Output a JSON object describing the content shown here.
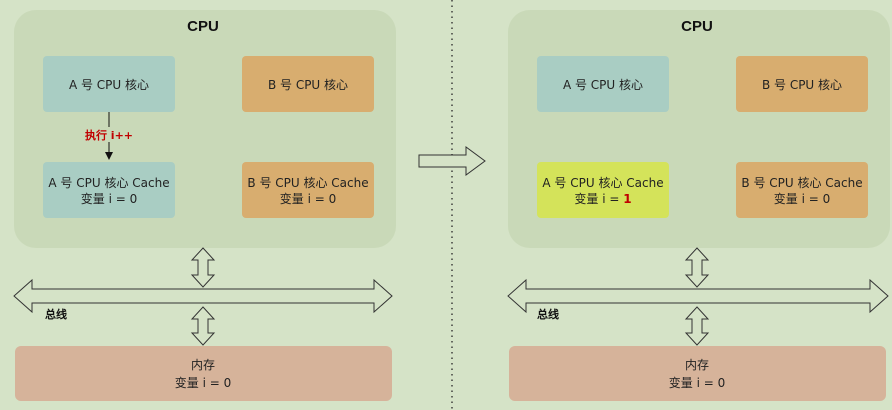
{
  "left": {
    "cpu_title": "CPU",
    "core_a": "A 号 CPU 核心",
    "core_b": "B 号 CPU 核心",
    "cache_a": {
      "line1": "A 号 CPU 核心 Cache",
      "line2_prefix": "变量 i = ",
      "line2_value": "0"
    },
    "cache_b": {
      "line1": "B 号 CPU 核心 Cache",
      "line2": "变量 i = 0"
    },
    "exec_label": "执行 i++",
    "bus_label": "总线",
    "memory": {
      "line1": "内存",
      "line2": "变量 i = 0"
    }
  },
  "right": {
    "cpu_title": "CPU",
    "core_a": "A 号 CPU 核心",
    "core_b": "B 号 CPU 核心",
    "cache_a": {
      "line1": "A 号 CPU 核心 Cache",
      "line2_prefix": "变量 i = ",
      "line2_value": "1"
    },
    "cache_b": {
      "line1": "B 号 CPU 核心 Cache",
      "line2": "变量 i = 0"
    },
    "bus_label": "总线",
    "memory": {
      "line1": "内存",
      "line2": "变量 i = 0"
    }
  },
  "colors": {
    "background": "#d5e3c7",
    "cpu_panel": "#c9d9b8",
    "core_a": "#a9cdc3",
    "core_b": "#d8ad6f",
    "cache_a_updated": "#d4e35a",
    "memory": "#d6b39a",
    "highlight": "#c00000"
  }
}
